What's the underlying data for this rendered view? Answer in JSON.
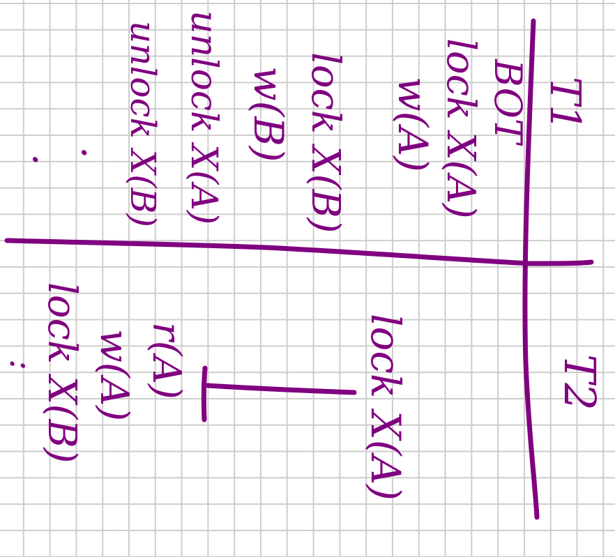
{
  "ink_color": "#800080",
  "grid_color": "#cdcdcd",
  "t1": {
    "header": "T1",
    "ops": [
      "BOT",
      "lock X(A)",
      "w(A)",
      "lock X(B)",
      "w(B)",
      "unlock X(A)",
      "unlock X(B)"
    ],
    "ellipsis_1": ".",
    "ellipsis_2": "."
  },
  "t2": {
    "header": "T2",
    "op_first": "lock X(A)",
    "ops": [
      "r(A)",
      "w(A)",
      "lock X(B)"
    ],
    "ellipsis": ":"
  }
}
